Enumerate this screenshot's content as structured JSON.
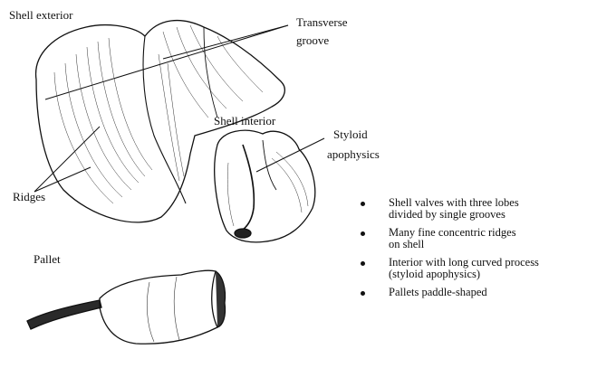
{
  "labels": {
    "shell_exterior": "Shell exterior",
    "transverse_groove_line1": "Transverse",
    "transverse_groove_line2": "groove",
    "ridges": "Ridges",
    "shell_interior": "Shell interior",
    "styloid_line1": "Styloid",
    "styloid_line2": "apophysics",
    "pallet": "Pallet"
  },
  "bullets": [
    {
      "line1": "Shell valves with three lobes",
      "line2": "divided by single grooves"
    },
    {
      "line1": "Many fine concentric ridges",
      "line2": "on shell"
    },
    {
      "line1": "Interior with long curved process",
      "line2": "(styloid apophysics)"
    },
    {
      "line1": "Pallets paddle-shaped",
      "line2": ""
    }
  ]
}
